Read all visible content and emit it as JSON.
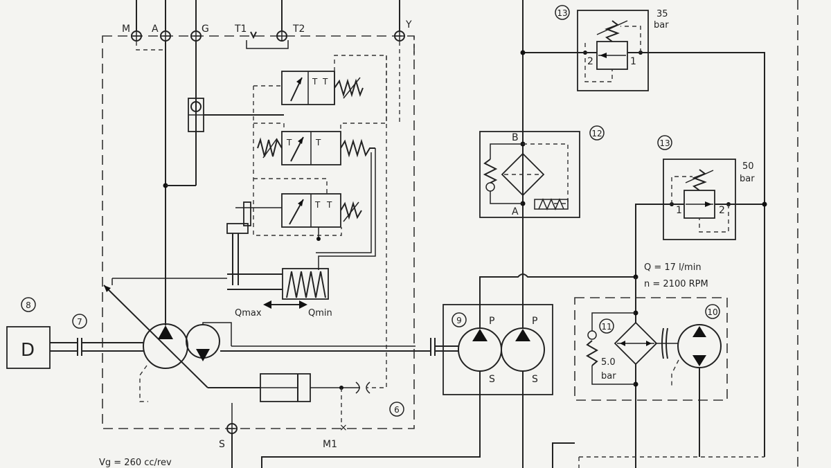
{
  "ports": {
    "m": "M",
    "a": "A",
    "g": "G",
    "t1": "T1",
    "t2": "T2",
    "y": "Y",
    "s": "S",
    "m1": "M1"
  },
  "components": {
    "motor": "D",
    "n6": "6",
    "n7": "7",
    "n8": "8",
    "n9": "9",
    "n10": "10",
    "n11": "11",
    "n12": "12",
    "n13a": "13",
    "n13b": "13"
  },
  "labels": {
    "qmax": "Qmax",
    "qmin": "Qmin",
    "vg": "Vg = 260 cc/rev",
    "q": "Q = 17 l/min",
    "n": "n = 2100 RPM",
    "relief1_value": "35",
    "relief1_unit": "bar",
    "relief2_value": "50",
    "relief2_unit": "bar",
    "check_value": "5.0",
    "check_unit": "bar",
    "filter_b": "B",
    "filter_a": "A",
    "relief1_p2": "2",
    "relief1_p1": "1",
    "relief2_p1": "1",
    "relief2_p2": "2",
    "pump_p1": "P",
    "pump_p2": "P",
    "pump_s1": "S",
    "pump_s2": "S",
    "valve_t": "T"
  }
}
